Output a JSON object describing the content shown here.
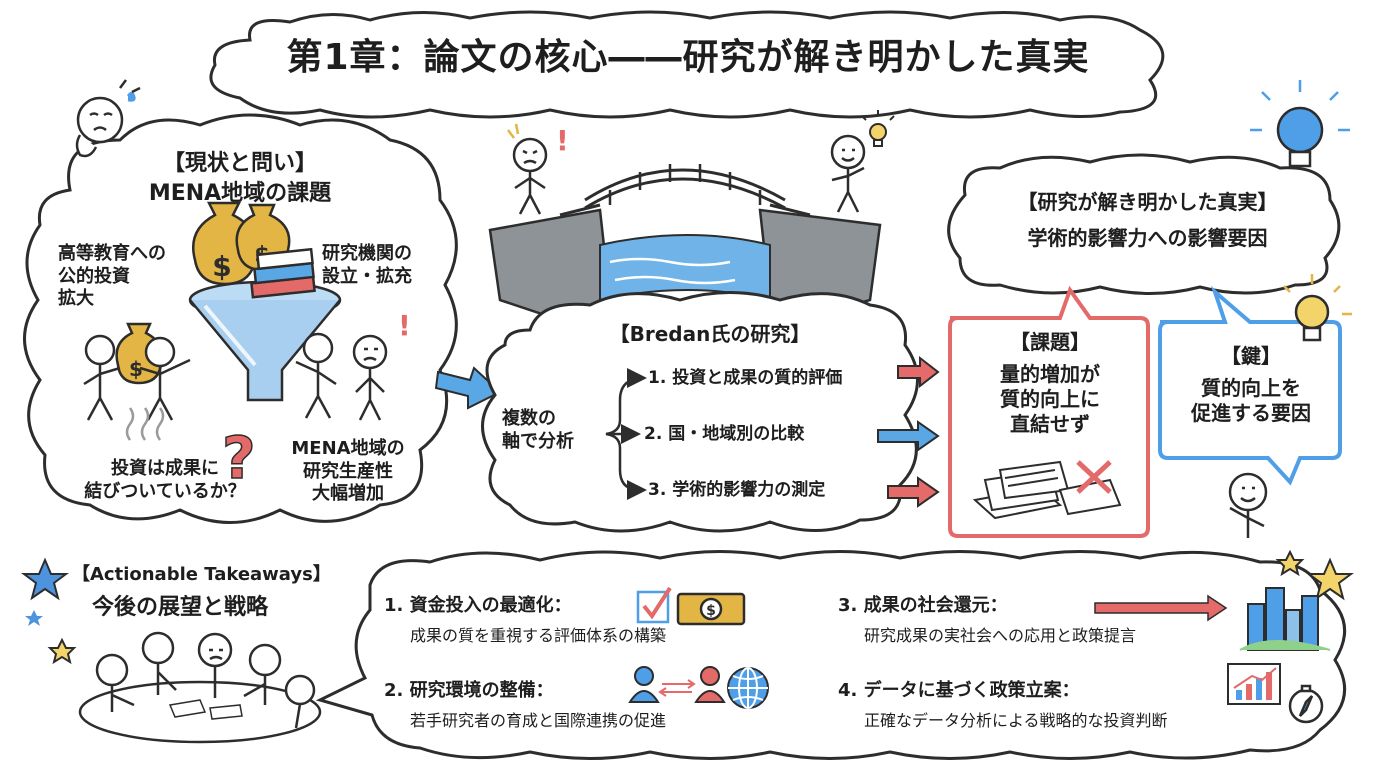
{
  "title": "第1章：論文の核心――研究が解き明かした真実",
  "colors": {
    "outline": "#2d2d2d",
    "bubble_blue": "#4f9ee8",
    "bubble_red": "#e46a6a",
    "arrow_blue": "#5aa7e6",
    "arrow_red": "#e56b6b",
    "money": "#e2b544",
    "star_yellow": "#f3d46b",
    "star_blue": "#4e93dd"
  },
  "status_quo": {
    "heading": "【現状と問い】",
    "subheading": "MENA地域の課題",
    "point_public_investment": "高等教育への\n公的投資\n拡大",
    "point_institutions": "研究機関の\n設立・拡充",
    "point_question": "投資は成果に\n結びついているか？",
    "point_productivity": "MENA地域の\n研究生産性\n大幅増加"
  },
  "research": {
    "heading": "【Bredan氏の研究】",
    "axis_label": "複数の\n軸で分析",
    "items": [
      "1. 投資と成果の質的評価",
      "2. 国・地域別の比較",
      "3. 学術的影響力の測定"
    ]
  },
  "truth": {
    "heading": "【研究が解き明かした真実】",
    "subheading": "学術的影響力への影響要因"
  },
  "issue_box": {
    "heading": "【課題】",
    "body": "量的増加が\n質的向上に\n直結せず"
  },
  "key_box": {
    "heading": "【鍵】",
    "body": "質的向上を\n促進する要因"
  },
  "takeaways": {
    "heading": "【Actionable Takeaways】",
    "subheading": "今後の展望と戦略",
    "items": [
      {
        "title": "1. 資金投入の最適化：",
        "desc": "成果の質を重視する評価体系の構築"
      },
      {
        "title": "2. 研究環境の整備：",
        "desc": "若手研究者の育成と国際連携の促進"
      },
      {
        "title": "3. 成果の社会還元：",
        "desc": "研究成果の実社会への応用と政策提言"
      },
      {
        "title": "4. データに基づく政策立案：",
        "desc": "正確なデータ分析による戦略的な投資判断"
      }
    ]
  },
  "icons": [
    "worried-person-icon",
    "money-bag-icon",
    "books-icon",
    "funnel-icon",
    "question-mark-icon",
    "steam-icon",
    "bridge-icon",
    "lightbulb-icon",
    "papers-icon",
    "cross-mark-icon",
    "checkbox-icon",
    "banknote-icon",
    "people-exchange-icon",
    "globe-icon",
    "city-icon",
    "bar-chart-icon",
    "compass-icon",
    "star-icon",
    "meeting-group-icon"
  ]
}
